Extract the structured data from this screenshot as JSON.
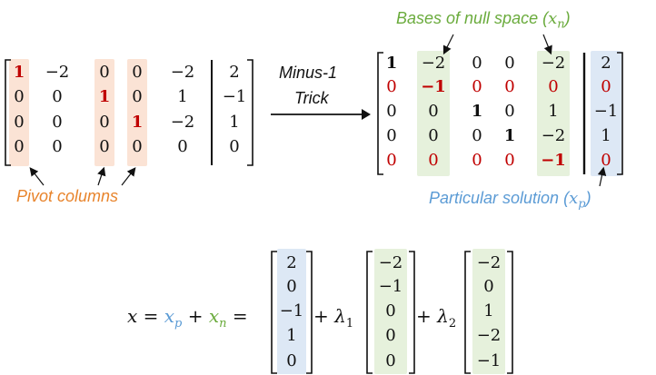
{
  "labels": {
    "bases_text": "Bases of null space (",
    "bases_var": "x",
    "bases_sub": "n",
    "bases_close": ")",
    "pivot_columns": "Pivot columns",
    "trick_line1": "Minus-1",
    "trick_line2": "Trick",
    "particular_text": "Particular solution (",
    "particular_var": "x",
    "particular_sub": "p",
    "particular_close": ")"
  },
  "colors": {
    "orange_label": "#e8842c",
    "green_label": "#6aab3c",
    "blue_label": "#5b9bd5",
    "red_entry": "#c00000",
    "orange_highlight": "#fbe3d5",
    "green_highlight": "#e6f1dc",
    "blue_highlight": "#dde8f5"
  },
  "left_matrix": {
    "rows": [
      [
        "1",
        "−2",
        "0",
        "0",
        "−2",
        "2"
      ],
      [
        "0",
        "0",
        "1",
        "0",
        "1",
        "−1"
      ],
      [
        "0",
        "0",
        "0",
        "1",
        "−2",
        "1"
      ],
      [
        "0",
        "0",
        "0",
        "0",
        "0",
        "0"
      ]
    ],
    "pivots": [
      [
        0,
        0
      ],
      [
        1,
        2
      ],
      [
        2,
        3
      ]
    ],
    "highlight_columns": [
      0,
      2,
      3
    ]
  },
  "right_matrix": {
    "rows": [
      [
        "1",
        "−2",
        "0",
        "0",
        "−2",
        "2"
      ],
      [
        "0",
        "−1",
        "0",
        "0",
        "0",
        "0"
      ],
      [
        "0",
        "0",
        "1",
        "0",
        "1",
        "−1"
      ],
      [
        "0",
        "0",
        "0",
        "1",
        "−2",
        "1"
      ],
      [
        "0",
        "0",
        "0",
        "0",
        "−1",
        "0"
      ]
    ],
    "red_rows": [
      1,
      4
    ],
    "bold_cells": [
      [
        0,
        0
      ],
      [
        1,
        1
      ],
      [
        2,
        2
      ],
      [
        3,
        3
      ],
      [
        4,
        4
      ]
    ],
    "highlight_green_columns": [
      1,
      4
    ],
    "highlight_blue_columns": [
      5
    ]
  },
  "equation": {
    "x": "x",
    "eq1": "=",
    "xp": "x",
    "xp_sub": "p",
    "plus": "+",
    "xn": "x",
    "xn_sub": "n",
    "eq2": "=",
    "plus1": "+",
    "lambda1": "λ",
    "lambda1_sub": "1",
    "plus2": "+",
    "lambda2": "λ",
    "lambda2_sub": "2",
    "vec_particular": [
      "2",
      "0",
      "−1",
      "1",
      "0"
    ],
    "vec_n1": [
      "−2",
      "−1",
      "0",
      "0",
      "0"
    ],
    "vec_n2": [
      "−2",
      "0",
      "1",
      "−2",
      "−1"
    ]
  }
}
